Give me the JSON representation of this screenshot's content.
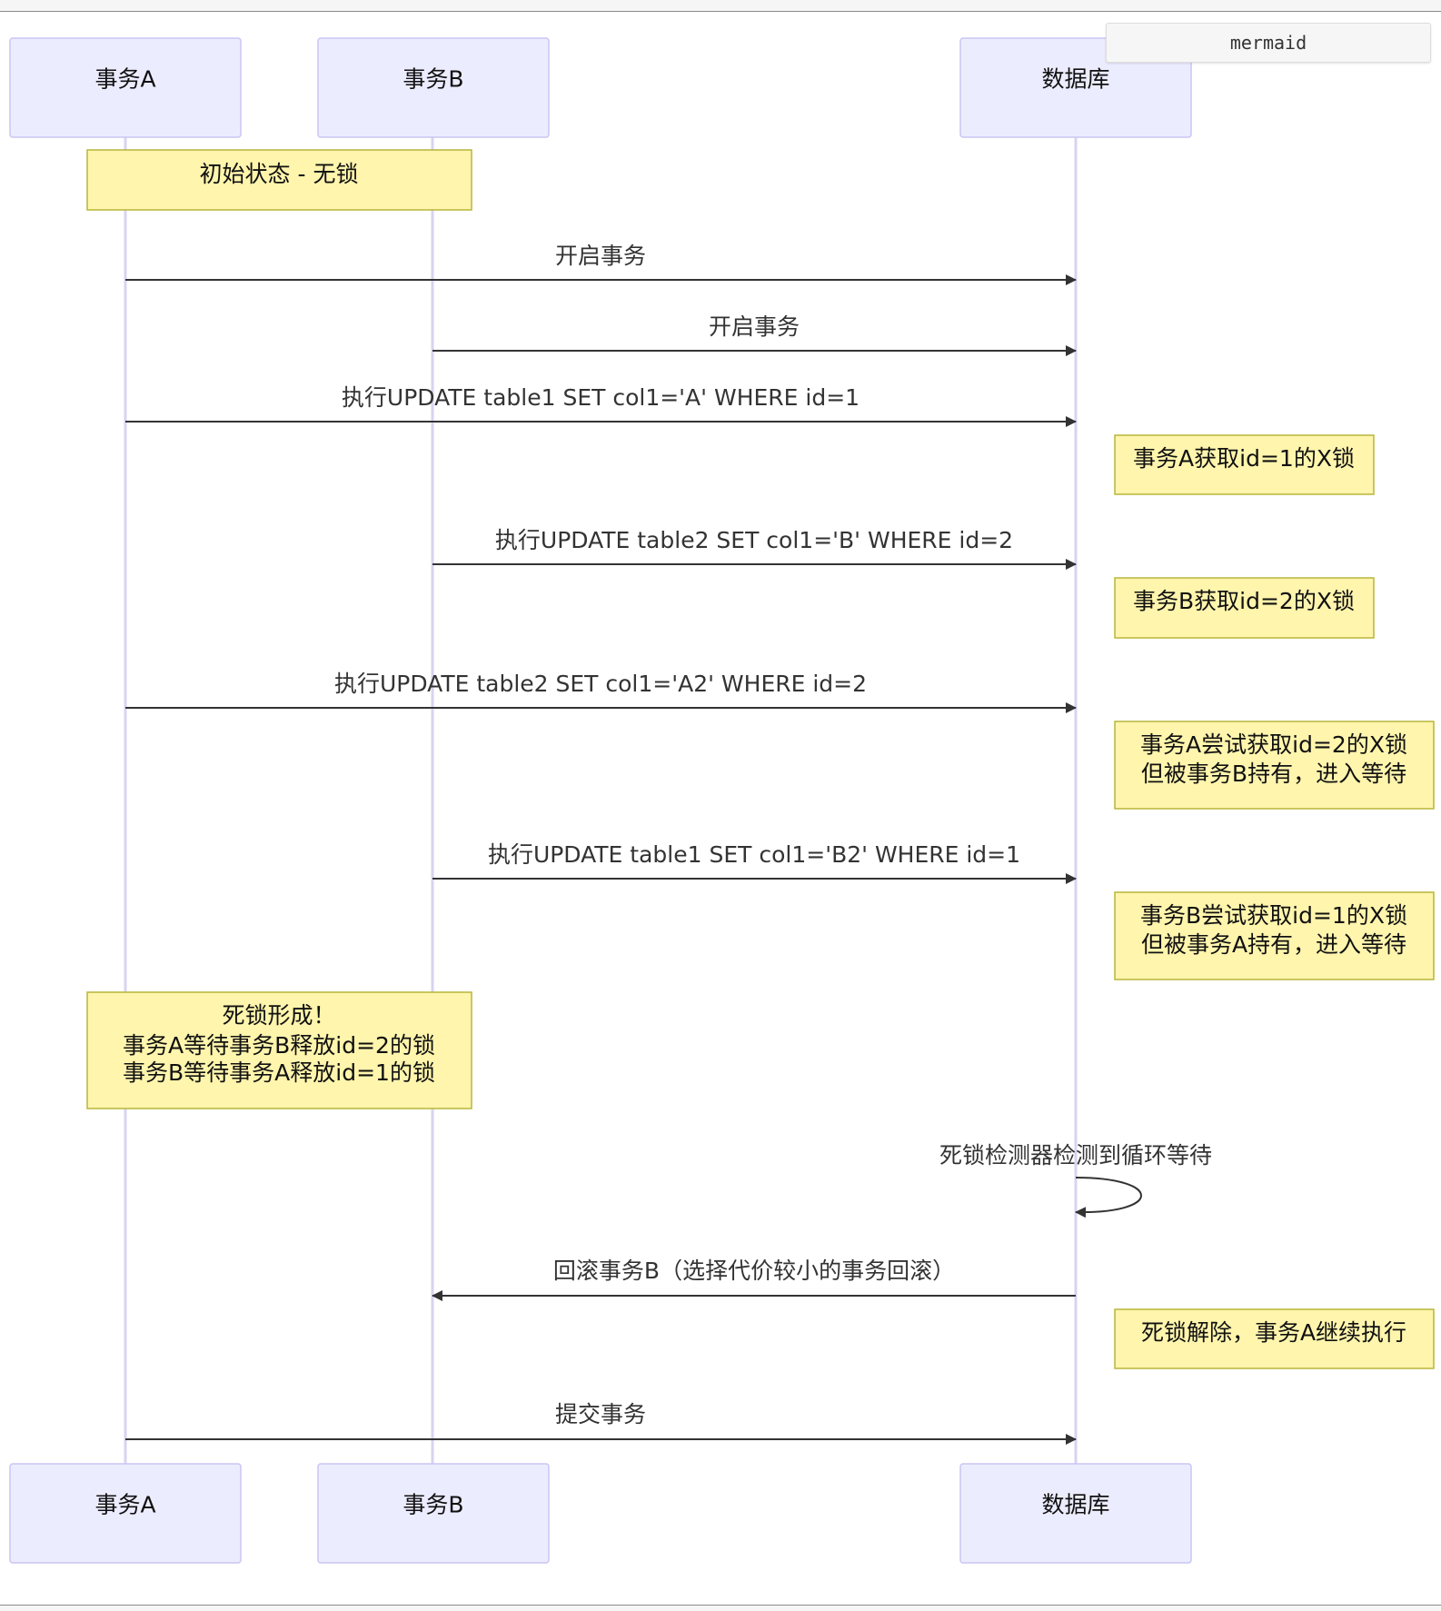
{
  "badge": "mermaid",
  "participants": [
    {
      "id": "A",
      "label": "事务A"
    },
    {
      "id": "B",
      "label": "事务B"
    },
    {
      "id": "DB",
      "label": "数据库"
    }
  ],
  "notes": [
    {
      "id": "note-initial",
      "lines": [
        "初始状态 - 无锁"
      ]
    },
    {
      "id": "note-a-lock1",
      "lines": [
        "事务A获取id=1的X锁"
      ]
    },
    {
      "id": "note-b-lock2",
      "lines": [
        "事务B获取id=2的X锁"
      ]
    },
    {
      "id": "note-a-wait",
      "lines": [
        "事务A尝试获取id=2的X锁",
        "但被事务B持有，进入等待"
      ]
    },
    {
      "id": "note-b-wait",
      "lines": [
        "事务B尝试获取id=1的X锁",
        "但被事务A持有，进入等待"
      ]
    },
    {
      "id": "note-deadlock",
      "lines": [
        "死锁形成！",
        "事务A等待事务B释放id=2的锁",
        "事务B等待事务A释放id=1的锁"
      ]
    },
    {
      "id": "note-resolved",
      "lines": [
        "死锁解除，事务A继续执行"
      ]
    }
  ],
  "messages": [
    {
      "id": "msg-a-begin",
      "from": "A",
      "to": "DB",
      "text": "开启事务"
    },
    {
      "id": "msg-b-begin",
      "from": "B",
      "to": "DB",
      "text": "开启事务"
    },
    {
      "id": "msg-a-update1",
      "from": "A",
      "to": "DB",
      "text": "执行UPDATE table1 SET col1='A' WHERE id=1"
    },
    {
      "id": "msg-b-update2",
      "from": "B",
      "to": "DB",
      "text": "执行UPDATE table2 SET col1='B' WHERE id=2"
    },
    {
      "id": "msg-a-update2",
      "from": "A",
      "to": "DB",
      "text": "执行UPDATE table2 SET col1='A2' WHERE id=2"
    },
    {
      "id": "msg-b-update1",
      "from": "B",
      "to": "DB",
      "text": "执行UPDATE table1 SET col1='B2' WHERE id=1"
    },
    {
      "id": "msg-db-detect",
      "from": "DB",
      "to": "DB",
      "text": "死锁检测器检测到循环等待"
    },
    {
      "id": "msg-db-rollback",
      "from": "DB",
      "to": "B",
      "text": "回滚事务B（选择代价较小的事务回滚）"
    },
    {
      "id": "msg-a-commit",
      "from": "A",
      "to": "DB",
      "text": "提交事务"
    }
  ]
}
